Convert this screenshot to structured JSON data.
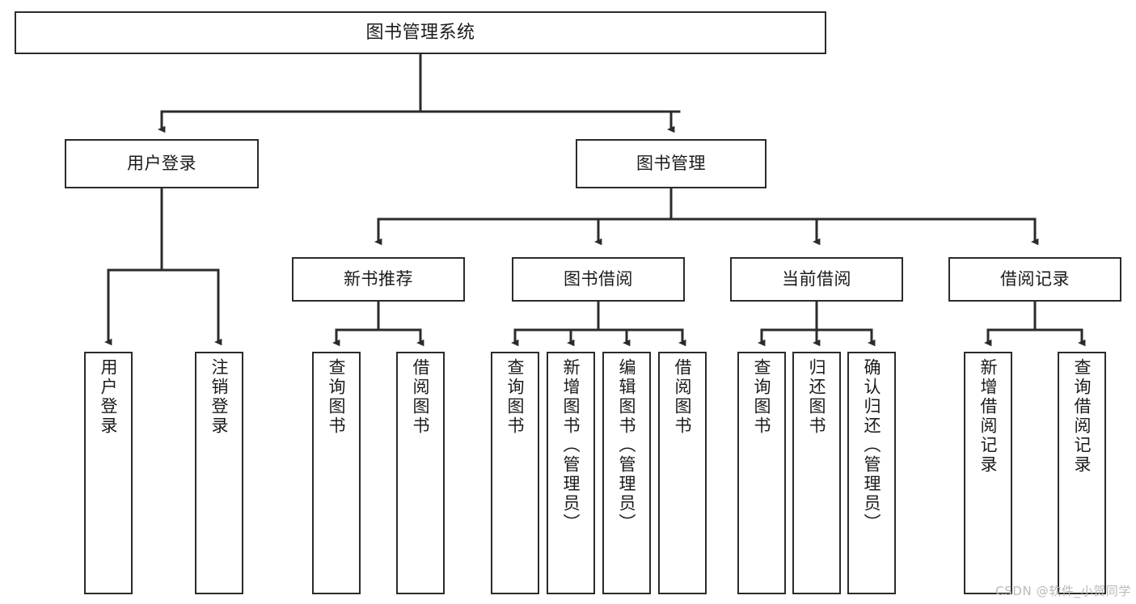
{
  "diagram": {
    "title": "图书管理系统",
    "type": "hierarchy-tree",
    "watermark": "CSDN @软件_小贺同学",
    "colors": {
      "border": "#2b2b2b",
      "background": "#ffffff",
      "text": "#1b1b1b",
      "watermark": "#b9b9b9"
    },
    "levels": {
      "root": {
        "label": "图书管理系统"
      },
      "level2": [
        {
          "label": "用户登录"
        },
        {
          "label": "图书管理"
        }
      ],
      "level3": [
        {
          "label": "新书推荐"
        },
        {
          "label": "图书借阅"
        },
        {
          "label": "当前借阅"
        },
        {
          "label": "借阅记录"
        }
      ],
      "leaves": {
        "user_login": [
          {
            "label": "用户登录"
          },
          {
            "label": "注销登录"
          }
        ],
        "new_book_recommend": [
          {
            "label": "查询图书"
          },
          {
            "label": "借阅图书"
          }
        ],
        "book_borrow": [
          {
            "label": "查询图书"
          },
          {
            "label": "新增图书（管理员）"
          },
          {
            "label": "编辑图书（管理员）"
          },
          {
            "label": "借阅图书"
          }
        ],
        "current_borrow": [
          {
            "label": "查询图书"
          },
          {
            "label": "归还图书"
          },
          {
            "label": "确认归还（管理员）"
          }
        ],
        "borrow_record": [
          {
            "label": "新增借阅记录"
          },
          {
            "label": "查询借阅记录"
          }
        ]
      }
    }
  }
}
